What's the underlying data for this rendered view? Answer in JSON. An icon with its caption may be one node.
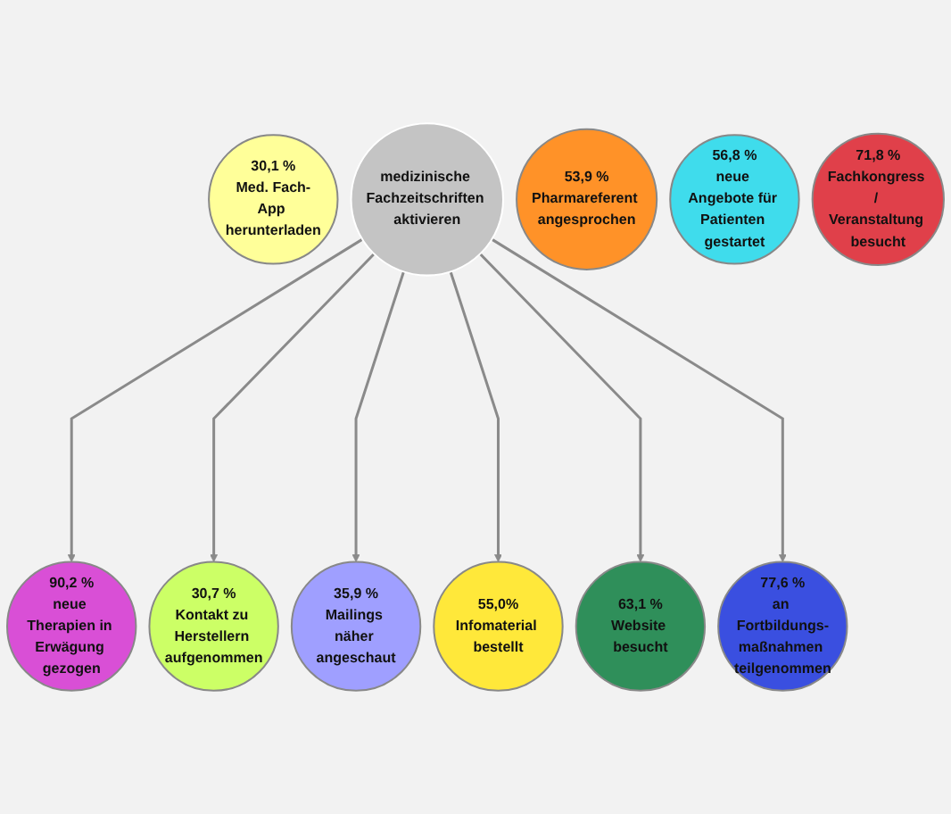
{
  "diagram": {
    "nodes": [
      {
        "text": [
          "90,2 %",
          "neue Therapien in Erwägung gezogen"
        ]
      },
      {
        "text": [
          "30,1 %",
          "Med. Fach-App herunterladen"
        ]
      },
      {
        "text": [
          "30,7 %",
          "Kontakt zu Herstellern aufgenommen"
        ]
      },
      {
        "text": [
          "35,9 %",
          "Mailings näher angeschaut"
        ]
      },
      {
        "text": [
          "medizinische Fachzeitschriften aktivieren"
        ]
      },
      {
        "text": [
          "53,9 %",
          "Pharmareferent angesprochen"
        ]
      },
      {
        "text": [
          "77,6 %",
          "an Fortbildungs-maßnahmen teilgenommen"
        ]
      },
      {
        "text": [
          "55,0%",
          "Infomaterial bestellt"
        ]
      },
      {
        "text": [
          "56,8 %",
          "neue Angebote für Patienten gestartet"
        ]
      },
      {
        "text": [
          "71,8 %",
          "Fachkongress / Veranstaltung besucht"
        ]
      },
      {
        "text": [
          "63,1 %",
          "Website besucht"
        ]
      }
    ],
    "edges": [
      {
        "from": 4,
        "to": 0,
        "arrow": "to"
      },
      {
        "from": 4,
        "to": 2,
        "arrow": "to"
      },
      {
        "from": 4,
        "to": 3,
        "arrow": "to"
      },
      {
        "from": 4,
        "to": 7,
        "arrow": "to"
      },
      {
        "from": 4,
        "to": 10,
        "arrow": "to"
      },
      {
        "from": 4,
        "to": 6,
        "arrow": "to"
      }
    ]
  }
}
